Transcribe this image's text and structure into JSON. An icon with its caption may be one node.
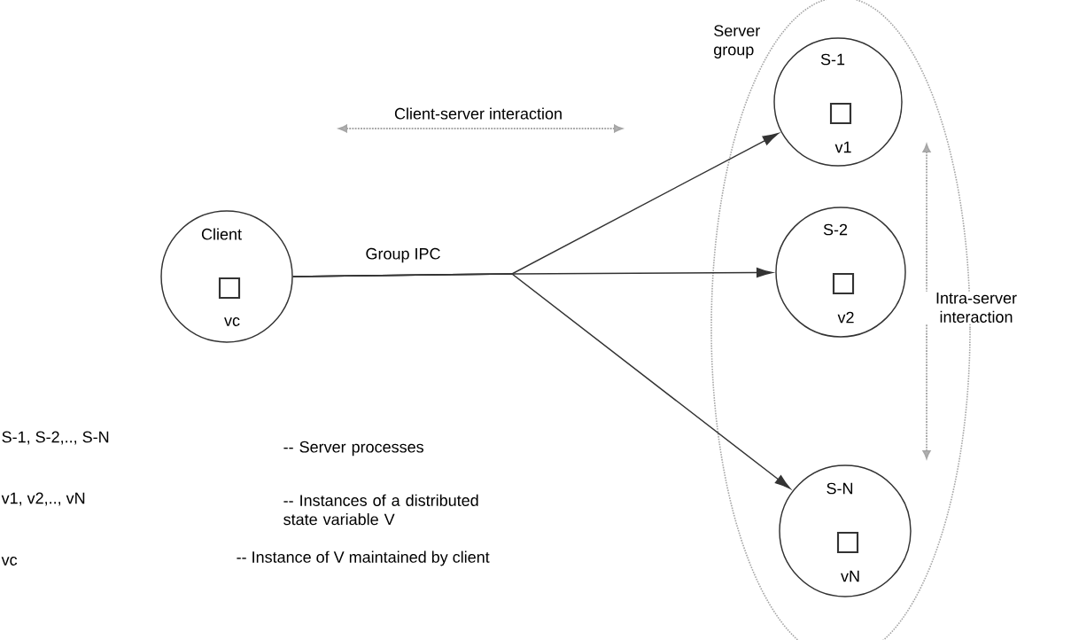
{
  "diagram": {
    "nodes": [
      {
        "text": [
          "Server group"
        ]
      },
      {
        "text": [
          "Client",
          "vc"
        ]
      },
      {
        "text": [
          "S-1",
          "v1"
        ],
        "in": 0
      },
      {
        "text": [
          "S-2",
          "v2"
        ],
        "in": 0
      },
      {
        "text": [
          "S-N",
          "vN"
        ],
        "in": 0
      }
    ],
    "edges": [
      {
        "from": 1,
        "to": 2,
        "arrow": "to"
      },
      {
        "from": 1,
        "to": 3,
        "arrow": "to",
        "label": "Group IPC"
      },
      {
        "from": 1,
        "to": 4,
        "arrow": "to"
      }
    ],
    "labels": [
      "Client-server interaction",
      "Intra-server interaction",
      "S-1,  S-2,..,  S-N",
      "-- Server processes",
      "v1, v2,.., vN",
      "-- Instances of a distributed state variable V",
      "vc",
      "-- Instance of V maintained by client"
    ]
  }
}
